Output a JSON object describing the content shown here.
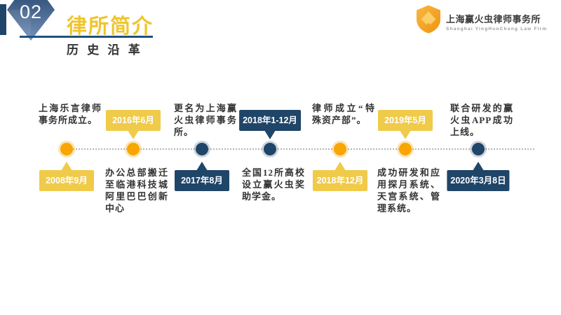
{
  "slide": {
    "section_number": "02",
    "title": "律所简介",
    "subtitle": "历 史 沿 革"
  },
  "logo": {
    "name_cn": "上海赢火虫律师事务所",
    "name_en": "Shanghai YingHuoChong Law Firm",
    "shield_icon": "shield-icon"
  },
  "colors": {
    "navy": "#1f4568",
    "underline_blue": "#1e5180",
    "title_gold": "#efc52d",
    "badge_yellow": "#f0ca49",
    "dot_orange": "#f7a604",
    "line_gray": "#b5b5b5",
    "logo_orange": "#f09c14"
  },
  "timeline": {
    "items": [
      {
        "date": "2008年9月",
        "text": "上海乐言律师事务所成立。",
        "theme": "yellow",
        "date_position": "below"
      },
      {
        "date": "2016年6月",
        "text": "办公总部搬迁至临港科技城阿里巴巴创新中心",
        "theme": "yellow",
        "date_position": "above"
      },
      {
        "date": "2017年8月",
        "text": "更名为上海赢火虫律师事务所。",
        "theme": "blue",
        "date_position": "below"
      },
      {
        "date": "2018年1-12月",
        "text": "全国12所高校设立赢火虫奖助学金。",
        "theme": "blue",
        "date_position": "above"
      },
      {
        "date": "2018年12月",
        "text": "律师成立“特殊资产部”。",
        "theme": "yellow",
        "date_position": "below"
      },
      {
        "date": "2019年5月",
        "text": "成功研发和应用探月系统、天宫系统、管理系统。",
        "theme": "yellow",
        "date_position": "above"
      },
      {
        "date": "2020年3月8日",
        "text": "联合研发的赢火虫APP成功上线。",
        "theme": "blue",
        "date_position": "below"
      }
    ]
  }
}
